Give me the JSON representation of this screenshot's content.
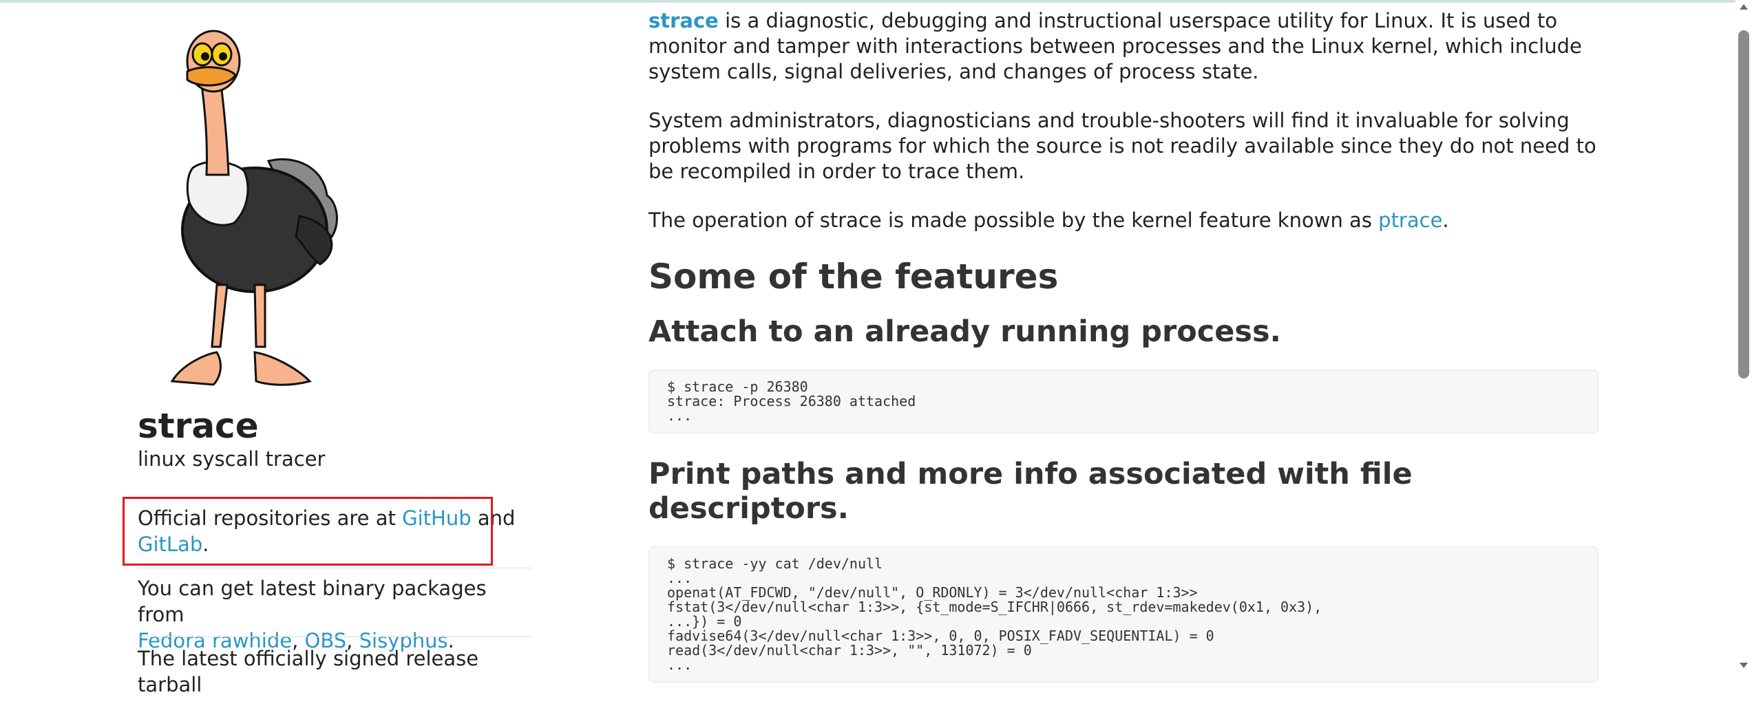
{
  "sidebar": {
    "title": "strace",
    "tagline": "linux syscall tracer",
    "repos": {
      "prefix": "Official repositories are at ",
      "github": "GitHub",
      "and": " and ",
      "gitlab": "GitLab",
      "suffix": "."
    },
    "binaries": {
      "prefix": "You can get latest binary packages from ",
      "fedora": "Fedora rawhide",
      "comma1": ", ",
      "obs": "OBS",
      "comma2": ", ",
      "sisyphus": "Sisyphus",
      "suffix": "."
    },
    "release": "The latest officially signed release tarball"
  },
  "content": {
    "intro": {
      "link": "strace",
      "text": " is a diagnostic, debugging and instructional userspace utility for Linux. It is used to monitor and tamper with interactions between processes and the Linux kernel, which include system calls, signal deliveries, and changes of process state."
    },
    "para2": "System administrators, diagnosticians and trouble-shooters will find it invaluable for solving problems with programs for which the source is not readily available since they do not need to be recompiled in order to trace them.",
    "para3": {
      "prefix": "The operation of strace is made possible by the kernel feature known as ",
      "link": "ptrace",
      "suffix": "."
    },
    "features_heading": "Some of the features",
    "feature1": {
      "heading": "Attach to an already running process.",
      "code": "$ strace -p 26380\nstrace: Process 26380 attached\n..."
    },
    "feature2": {
      "heading": "Print paths and more info associated with file descriptors.",
      "code": "$ strace -yy cat /dev/null\n...\nopenat(AT_FDCWD, \"/dev/null\", O_RDONLY) = 3</dev/null<char 1:3>>\nfstat(3</dev/null<char 1:3>>, {st_mode=S_IFCHR|0666, st_rdev=makedev(0x1, 0x3),\n...}) = 0\nfadvise64(3</dev/null<char 1:3>>, 0, 0, POSIX_FADV_SEQUENTIAL) = 0\nread(3</dev/null<char 1:3>>, \"\", 131072) = 0\n..."
    }
  }
}
